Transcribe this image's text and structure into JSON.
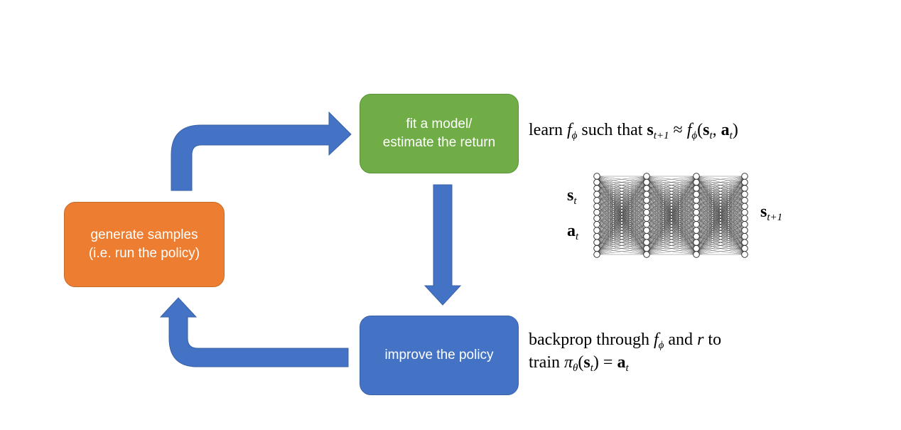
{
  "boxes": {
    "fit": {
      "line1": "fit a model/",
      "line2": "estimate the return",
      "color": "#70ad47"
    },
    "generate": {
      "line1": "generate samples",
      "line2": "(i.e. run the policy)",
      "color": "#ed7d31"
    },
    "improve": {
      "line1": "improve the policy",
      "color": "#4472c4"
    }
  },
  "arrow_color": "#4472c4",
  "learn": {
    "pre": "learn ",
    "f": "f",
    "phi": "ϕ",
    "mid": " such that ",
    "s": "s",
    "t1": "t+1",
    "approx": " ≈ ",
    "args_open": "(",
    "s2": "s",
    "t": "t",
    "comma": ", ",
    "a": "a",
    "t2": "t",
    "close": ")"
  },
  "backprop": {
    "line1_pre": "backprop through ",
    "line1_f": "f",
    "line1_phi": "ϕ",
    "line1_mid": " and ",
    "line1_r": "r",
    "line1_post": " to",
    "line2_pre": "train ",
    "line2_pi": "π",
    "line2_theta": "θ",
    "line2_open": "(",
    "line2_s": "s",
    "line2_t": "t",
    "line2_mid": ") = ",
    "line2_a": "a",
    "line2_t2": "t"
  },
  "network": {
    "input_s": "s",
    "input_s_sub": "t",
    "input_a": "a",
    "input_a_sub": "t",
    "output_s": "s",
    "output_s_sub": "t+1",
    "layer_node_counts": [
      14,
      14,
      14,
      14
    ]
  }
}
